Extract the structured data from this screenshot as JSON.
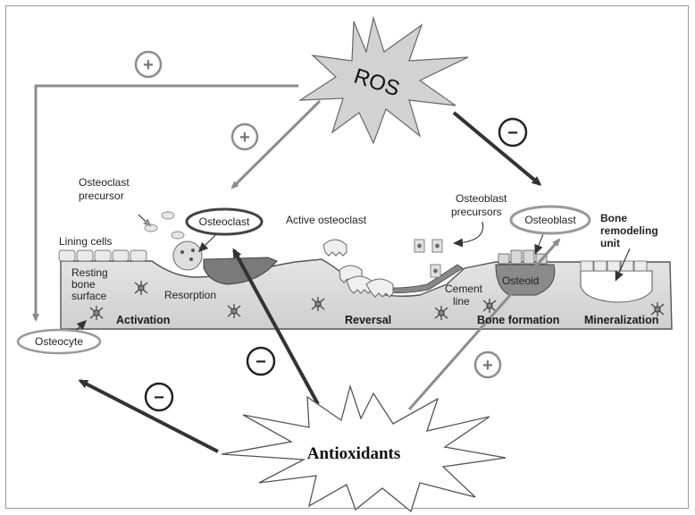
{
  "labels": {
    "ros": "ROS",
    "antioxidants": "Antioxidants",
    "osteoclast_precursor_1": "Osteoclast",
    "osteoclast_precursor_2": "precursor",
    "osteoclast": "Osteoclast",
    "active_osteoclast": "Active osteoclast",
    "osteoblast_precursors_1": "Osteoblast",
    "osteoblast_precursors_2": "precursors",
    "osteoblast": "Osteoblast",
    "bone_remodeling_1": "Bone",
    "bone_remodeling_2": "remodeling",
    "bone_remodeling_3": "unit",
    "lining_cells": "Lining cells",
    "resting_bone_1": "Resting",
    "resting_bone_2": "bone",
    "resting_bone_3": "surface",
    "resorption": "Resorption",
    "cement_line_1": "Cement",
    "cement_line_2": "line",
    "osteoid": "Osteoid",
    "osteocyte": "Osteocyte"
  },
  "phases": {
    "activation": "Activation",
    "reversal": "Reversal",
    "bone_formation": "Bone formation",
    "mineralization": "Mineralization"
  },
  "signs": {
    "ros_to_osteocyte": "+",
    "ros_to_osteoclast": "+",
    "ros_to_osteoblast": "−",
    "anti_to_osteoclast": "−",
    "anti_to_osteocyte": "−",
    "anti_to_osteoblast": "+"
  },
  "colors": {
    "gray_arrow": "#8c8c8c",
    "dark_arrow": "#333333",
    "bone": "#d9d9d9",
    "bone_edge": "#555555"
  }
}
